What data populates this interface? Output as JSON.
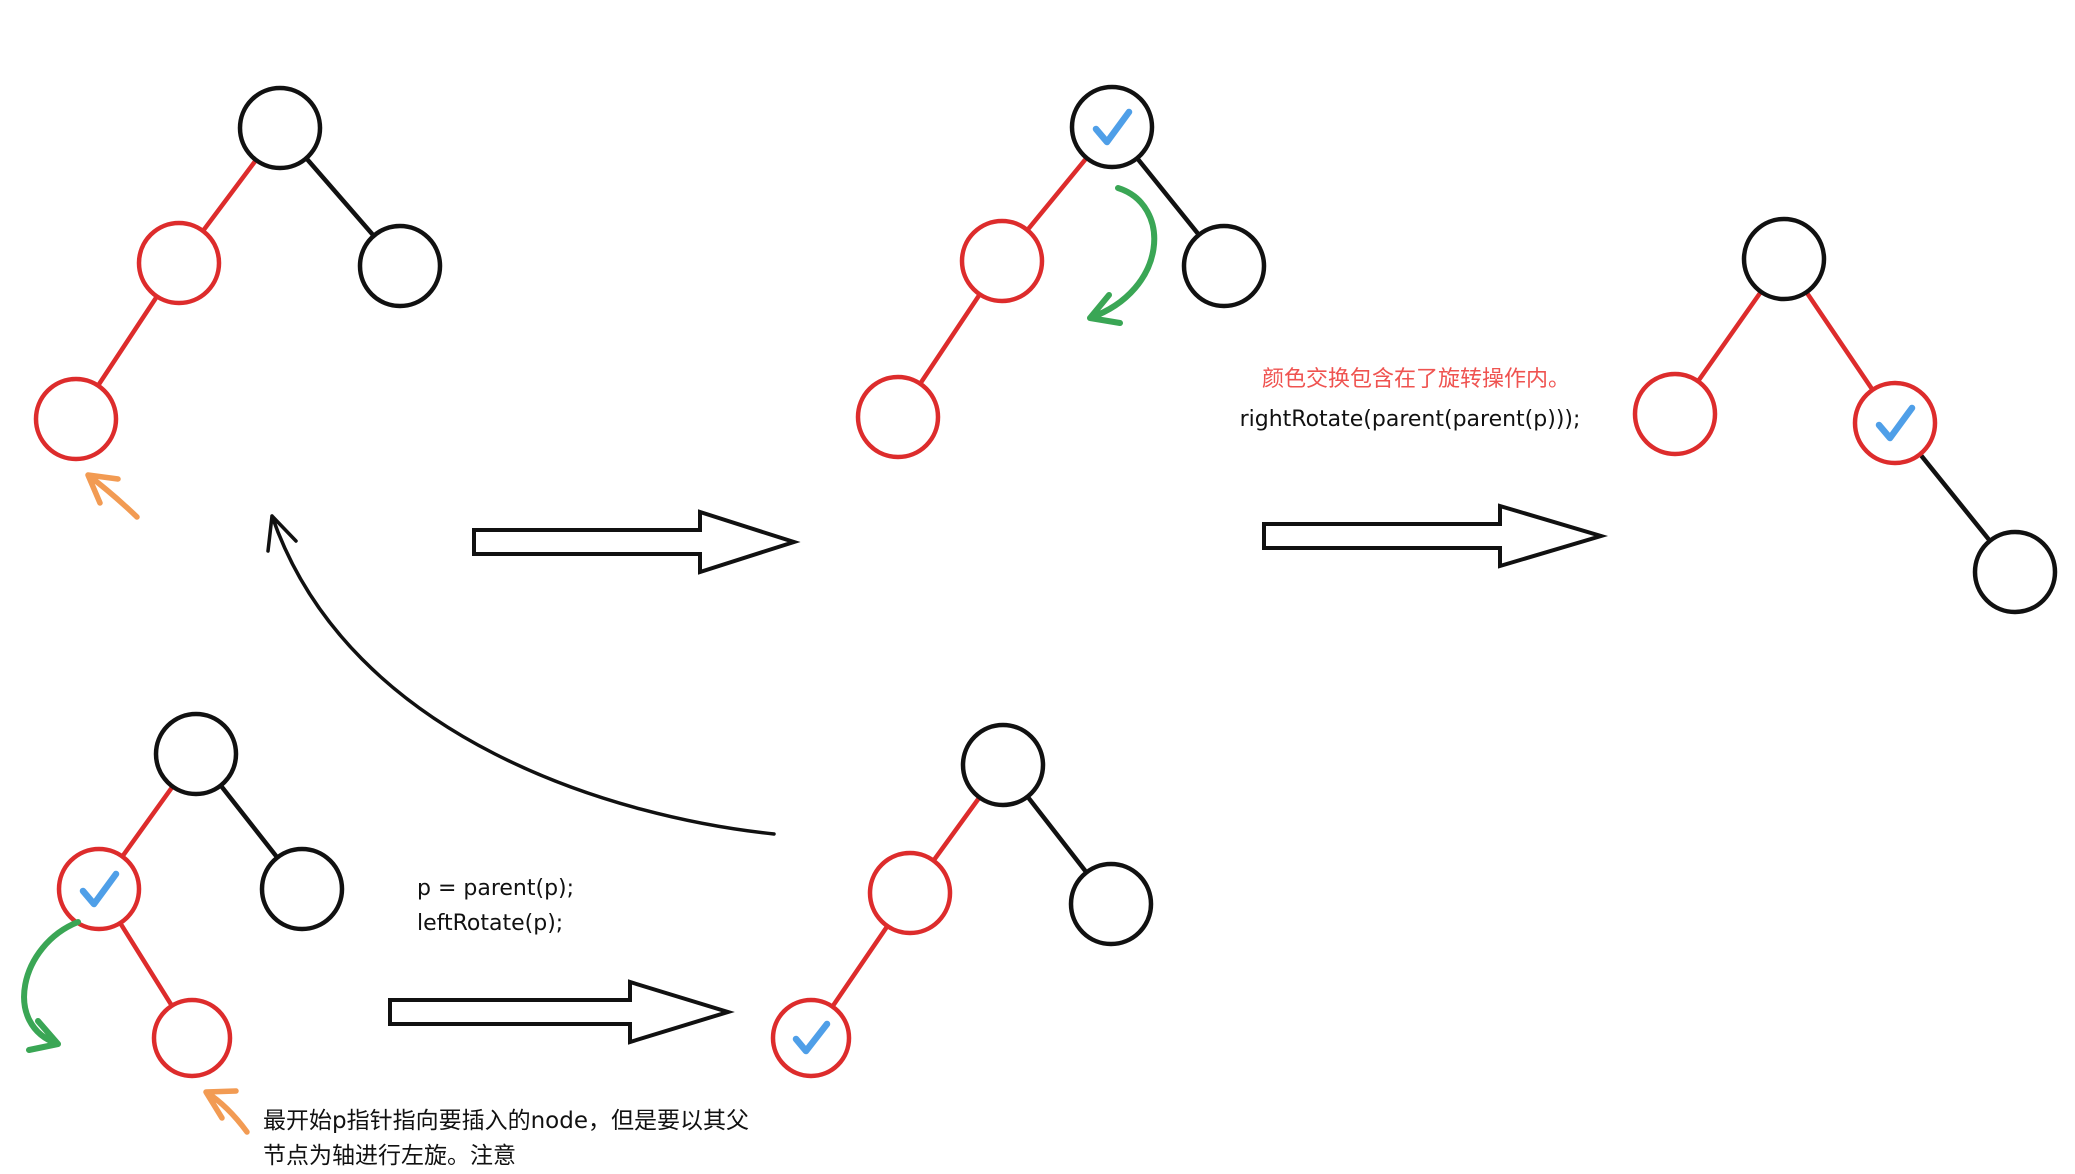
{
  "colors": {
    "background": "#ffffff",
    "black": "#111111",
    "red": "#dd2c2c",
    "green": "#3aa655",
    "orange": "#f29b53",
    "blue_check": "#4f9fe8",
    "red_text": "#ef5350"
  },
  "annotations": {
    "color_swap_note": "颜色交换包含在了旋转操作内。",
    "right_rotate_code": "rightRotate(parent(parent(p)));",
    "p_assign_code": "p = parent(p);",
    "left_rotate_code": "leftRotate(p);",
    "insert_note_line1": "最开始p指针指向要插入的node，但是要以其父",
    "insert_note_line2": "节点为轴进行左旋。注意"
  },
  "figures": {
    "tree_bottom_left": {
      "root": "black",
      "left": "red checked",
      "right": "black",
      "left_child": "red with orange arrow",
      "extras": [
        "green left-rotate arrow"
      ]
    },
    "tree_bottom_middle": {
      "root": "black",
      "left": "red",
      "right": "black",
      "left_left": "red checked"
    },
    "tree_top_left": {
      "root": "black",
      "left": "red",
      "right": "black",
      "left_left": "red with orange arrow"
    },
    "tree_top_middle": {
      "root": "black checked",
      "left": "red",
      "right": "black",
      "left_left": "red",
      "extras": [
        "green right-rotate arrow"
      ]
    },
    "tree_top_right": {
      "root": "black",
      "left": "red",
      "right": "red checked",
      "right_right": "black"
    }
  }
}
